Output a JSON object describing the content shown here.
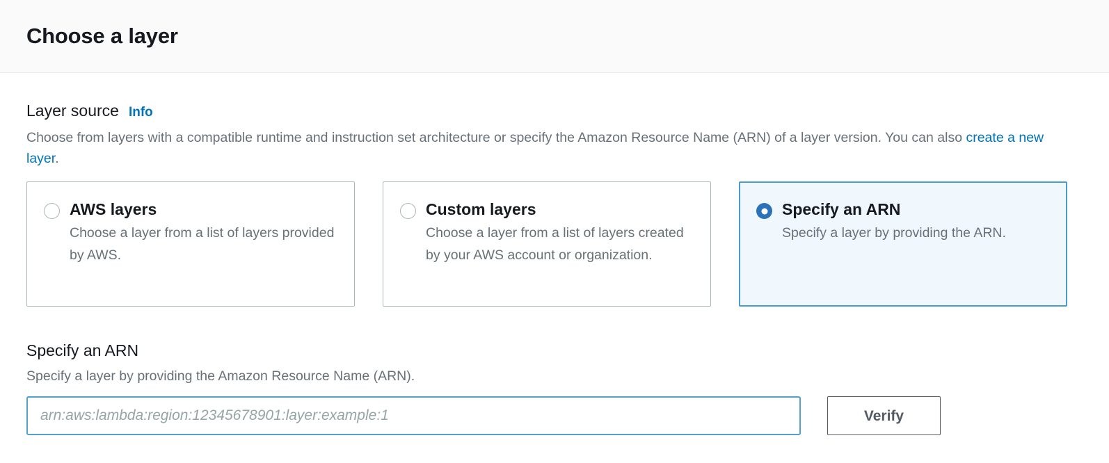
{
  "header": {
    "title": "Choose a layer"
  },
  "layer_source": {
    "label": "Layer source",
    "info_label": "Info",
    "description_part1": "Choose from layers with a compatible runtime and instruction set architecture or specify the Amazon Resource Name (ARN) of a layer version. You can also ",
    "description_link": "create a new layer",
    "description_part2": ".",
    "options": [
      {
        "title": "AWS layers",
        "description": "Choose a layer from a list of layers provided by AWS.",
        "selected": false
      },
      {
        "title": "Custom layers",
        "description": "Choose a layer from a list of layers created by your AWS account or organization.",
        "selected": false
      },
      {
        "title": "Specify an ARN",
        "description": "Specify a layer by providing the ARN.",
        "selected": true
      }
    ]
  },
  "arn_section": {
    "title": "Specify an ARN",
    "description": "Specify a layer by providing the Amazon Resource Name (ARN).",
    "input_value": "",
    "input_placeholder": "arn:aws:lambda:region:12345678901:layer:example:1",
    "verify_label": "Verify"
  },
  "colors": {
    "accent_blue": "#0073bb",
    "selected_border": "#4a9ccc",
    "selected_background": "#f1f8fd",
    "radio_selected": "#2d72b8",
    "input_focus_border": "#539fcd",
    "button_border": "#545b64",
    "text_primary": "#16191f",
    "text_secondary": "#687078",
    "header_background": "#fafafa",
    "tile_border": "#aab7b8"
  }
}
